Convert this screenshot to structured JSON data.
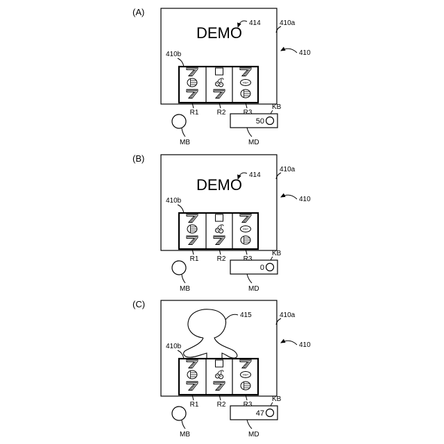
{
  "figure": {
    "panels": [
      {
        "label": "(A)",
        "screen_ref": "410a",
        "device_ref": "410",
        "reel_area_ref": "410b",
        "display": {
          "text": "DEMO",
          "ref": "414"
        },
        "reels": [
          {
            "label": "R1",
            "symbols": [
              "seven",
              "watermelon",
              "seven"
            ]
          },
          {
            "label": "R2",
            "symbols": [
              "blank",
              "cherry",
              "seven"
            ]
          },
          {
            "label": "R3",
            "symbols": [
              "seven",
              "replay",
              "watermelon"
            ]
          }
        ],
        "kb_ref": "KB",
        "md_ref": "MD",
        "md_value": "50",
        "mb_ref": "MB"
      },
      {
        "label": "(B)",
        "screen_ref": "410a",
        "device_ref": "410",
        "reel_area_ref": "410b",
        "display": {
          "text": "DEMO",
          "ref": "414"
        },
        "reels": [
          {
            "label": "R1",
            "symbols": [
              "seven",
              "watermelon",
              "seven"
            ]
          },
          {
            "label": "R2",
            "symbols": [
              "blank",
              "cherry",
              "seven"
            ]
          },
          {
            "label": "R3",
            "symbols": [
              "seven",
              "replay",
              "watermelon"
            ]
          }
        ],
        "kb_ref": "KB",
        "md_ref": "MD",
        "md_value": "0",
        "mb_ref": "MB"
      },
      {
        "label": "(C)",
        "screen_ref": "410a",
        "device_ref": "410",
        "reel_area_ref": "410b",
        "display": {
          "icon": "character-figure",
          "ref": "415"
        },
        "reels": [
          {
            "label": "R1",
            "symbols": [
              "seven",
              "watermelon",
              "seven"
            ]
          },
          {
            "label": "R2",
            "symbols": [
              "blank",
              "cherry",
              "seven"
            ]
          },
          {
            "label": "R3",
            "symbols": [
              "seven",
              "replay",
              "watermelon"
            ]
          }
        ],
        "kb_ref": "KB",
        "md_ref": "MD",
        "md_value": "47",
        "mb_ref": "MB"
      }
    ],
    "symbol_text": {
      "replay": "REP"
    }
  }
}
